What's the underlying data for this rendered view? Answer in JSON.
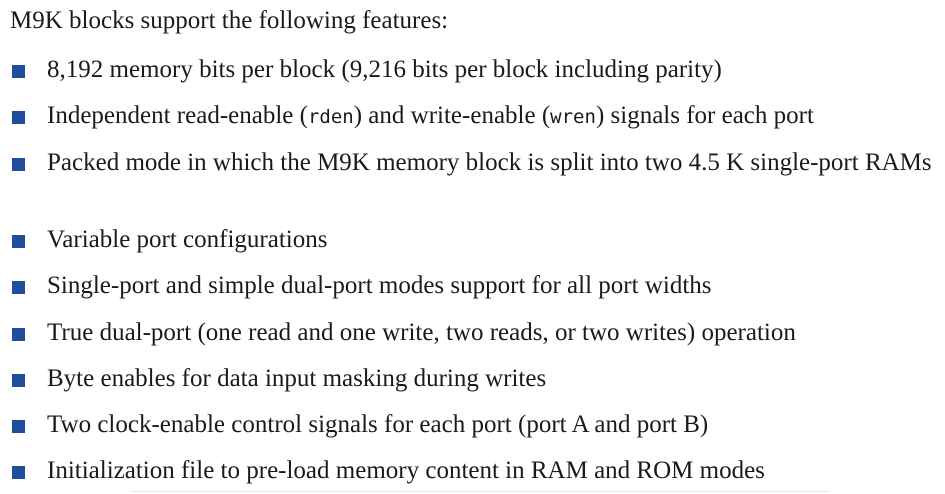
{
  "intro": "M9K blocks support the following features:",
  "features": [
    {
      "text": "8,192 memory bits per block (9,216 bits per block including parity)"
    },
    {
      "before": "Independent read-enable (",
      "code1": "rden",
      "middle": ") and write-enable (",
      "code2": "wren",
      "after": ") signals for each port"
    },
    {
      "text": "Packed mode in which the M9K memory block is split into two 4.5 K single-port RAMs"
    },
    {
      "text": "Variable port configurations"
    },
    {
      "text": "Single-port and simple dual-port modes support for all port widths"
    },
    {
      "text": "True dual-port (one read and one write, two reads, or two writes) operation"
    },
    {
      "text": "Byte enables for data input masking during writes"
    },
    {
      "text": "Two clock-enable control signals for each port (port A and port B)"
    },
    {
      "text": "Initialization file to pre-load memory content in RAM and ROM modes"
    }
  ]
}
